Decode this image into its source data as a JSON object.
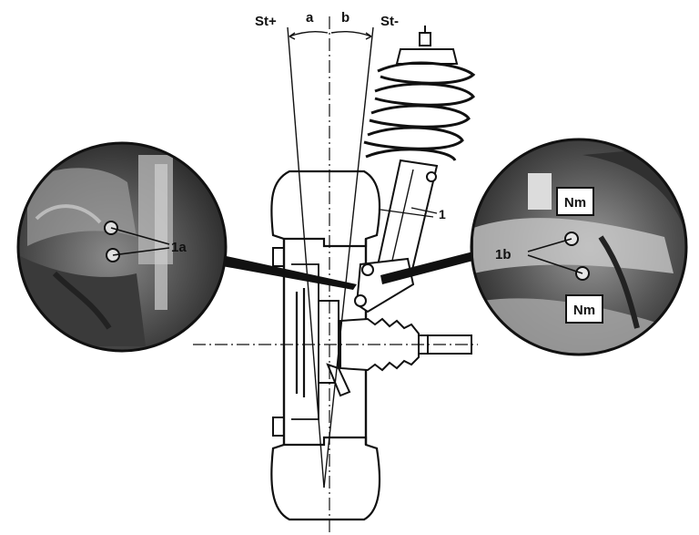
{
  "labels": {
    "camber_positive": "St+",
    "camber_negative": "St-",
    "angle_a": "a",
    "angle_b": "b",
    "strut": "1",
    "bolts_left": "1a",
    "bolts_right": "1b",
    "torque_top": "Nm",
    "torque_bottom": "Nm"
  },
  "colors": {
    "line": "#111111",
    "photo_dark": "#2a2a2a",
    "photo_mid": "#6b6b6b",
    "photo_light": "#bdbdbd",
    "paper": "#ffffff"
  }
}
